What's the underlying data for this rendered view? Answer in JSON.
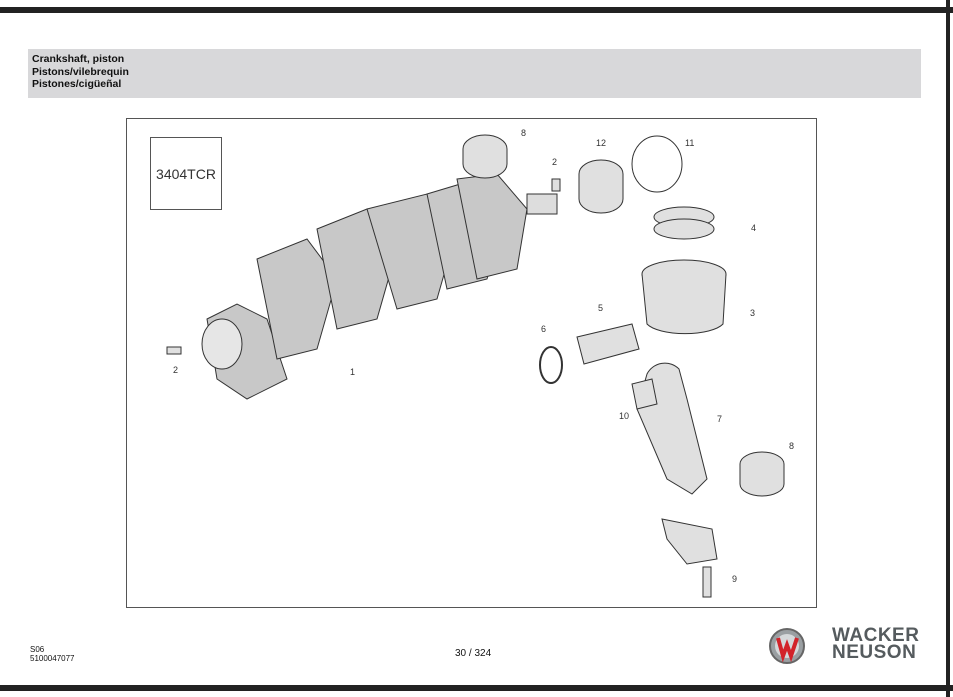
{
  "header": {
    "title_en": "Crankshaft, piston",
    "title_fr": "Pistons/vilebrequin",
    "title_es": "Pistones/cigüeñal"
  },
  "diagram": {
    "model": "3404TCR",
    "callouts": [
      "8",
      "2",
      "12",
      "11",
      "4",
      "3",
      "5",
      "6",
      "2",
      "1",
      "10",
      "7",
      "8",
      "9"
    ]
  },
  "footer": {
    "section": "S06",
    "doc_number": "5100047077",
    "page": "30 / 324",
    "brand_line1": "WACKER",
    "brand_line2": "NEUSON"
  },
  "colors": {
    "header_bg": "#d8d8da",
    "logo_red": "#d2232a",
    "logo_gray": "#555b5e"
  }
}
